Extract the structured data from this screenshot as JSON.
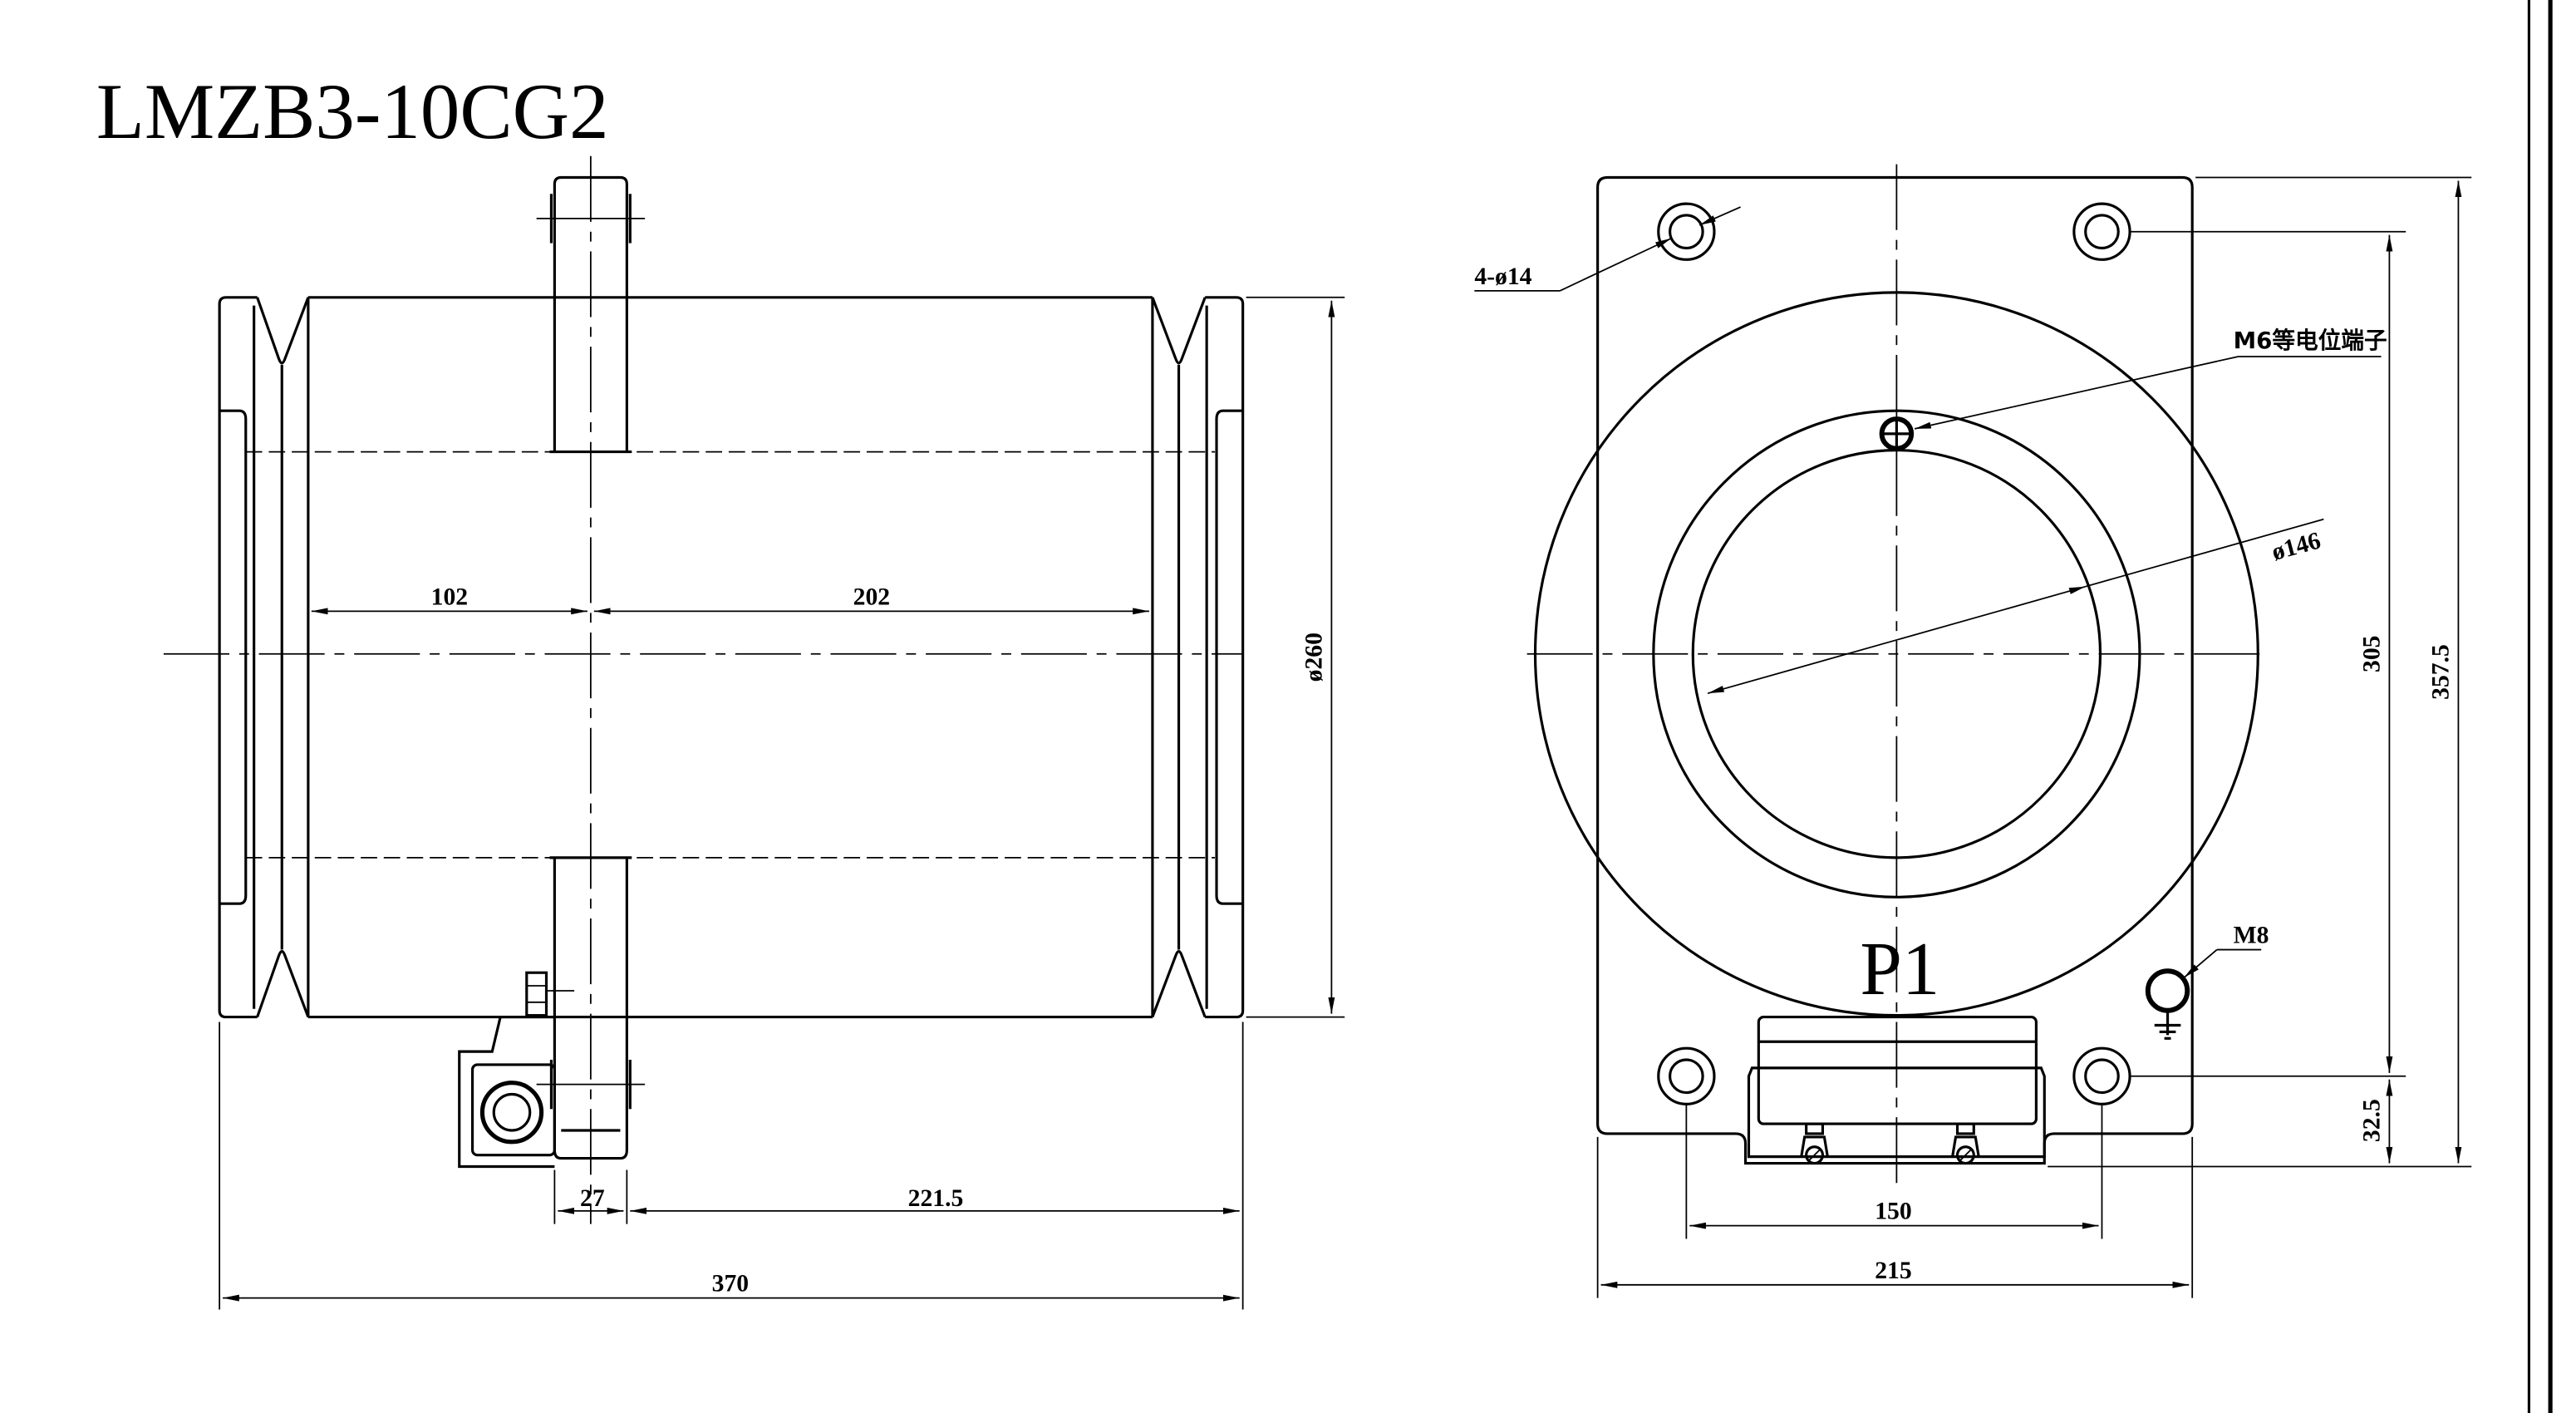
{
  "title": "LMZB3-10CG2",
  "side_view": {
    "dimensions": {
      "d102": "102",
      "d202": "202",
      "d260": "ø260",
      "d27": "27",
      "d221_5": "221.5",
      "d370": "370"
    }
  },
  "front_view": {
    "marking": "P1",
    "notes": {
      "holes": "4-ø14",
      "equipotential": "M6等电位端子",
      "ground": "M8",
      "bore": "ø146"
    },
    "dimensions": {
      "d305": "305",
      "d357_5": "357.5",
      "d32_5": "32.5",
      "d150": "150",
      "d215": "215"
    }
  }
}
